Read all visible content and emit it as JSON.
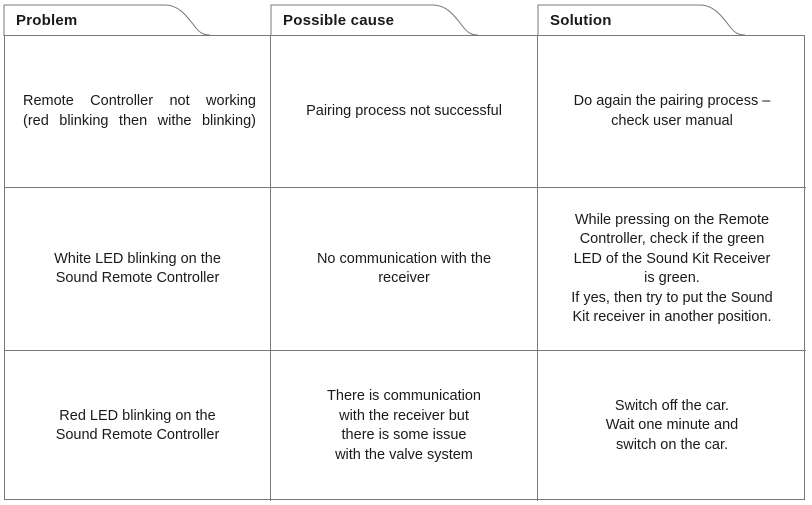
{
  "header": {
    "columns": [
      {
        "label": "Problem"
      },
      {
        "label": "Possible cause"
      },
      {
        "label": "Solution"
      }
    ]
  },
  "rows": [
    {
      "problem": "Remote Controller not working\n(red blinking then withe blinking)",
      "cause": "Pairing process not successful",
      "solution": "Do again the pairing process –\ncheck user manual"
    },
    {
      "problem": "White LED blinking on the\nSound Remote Controller",
      "cause": "No communication with the\nreceiver",
      "solution": "While pressing on the Remote\nController, check if the green\nLED of the Sound Kit Receiver\nis green.\nIf yes, then try to put the Sound\nKit receiver in another position."
    },
    {
      "problem": "Red LED blinking on the\nSound Remote Controller",
      "cause": "There is communication\nwith the receiver but\nthere is some issue\nwith the valve system",
      "solution": "Switch off the car.\nWait one minute and\nswitch on the car."
    }
  ],
  "colors": {
    "border": "#7a7a7a",
    "text": "#1a1a1a",
    "background": "#ffffff"
  }
}
